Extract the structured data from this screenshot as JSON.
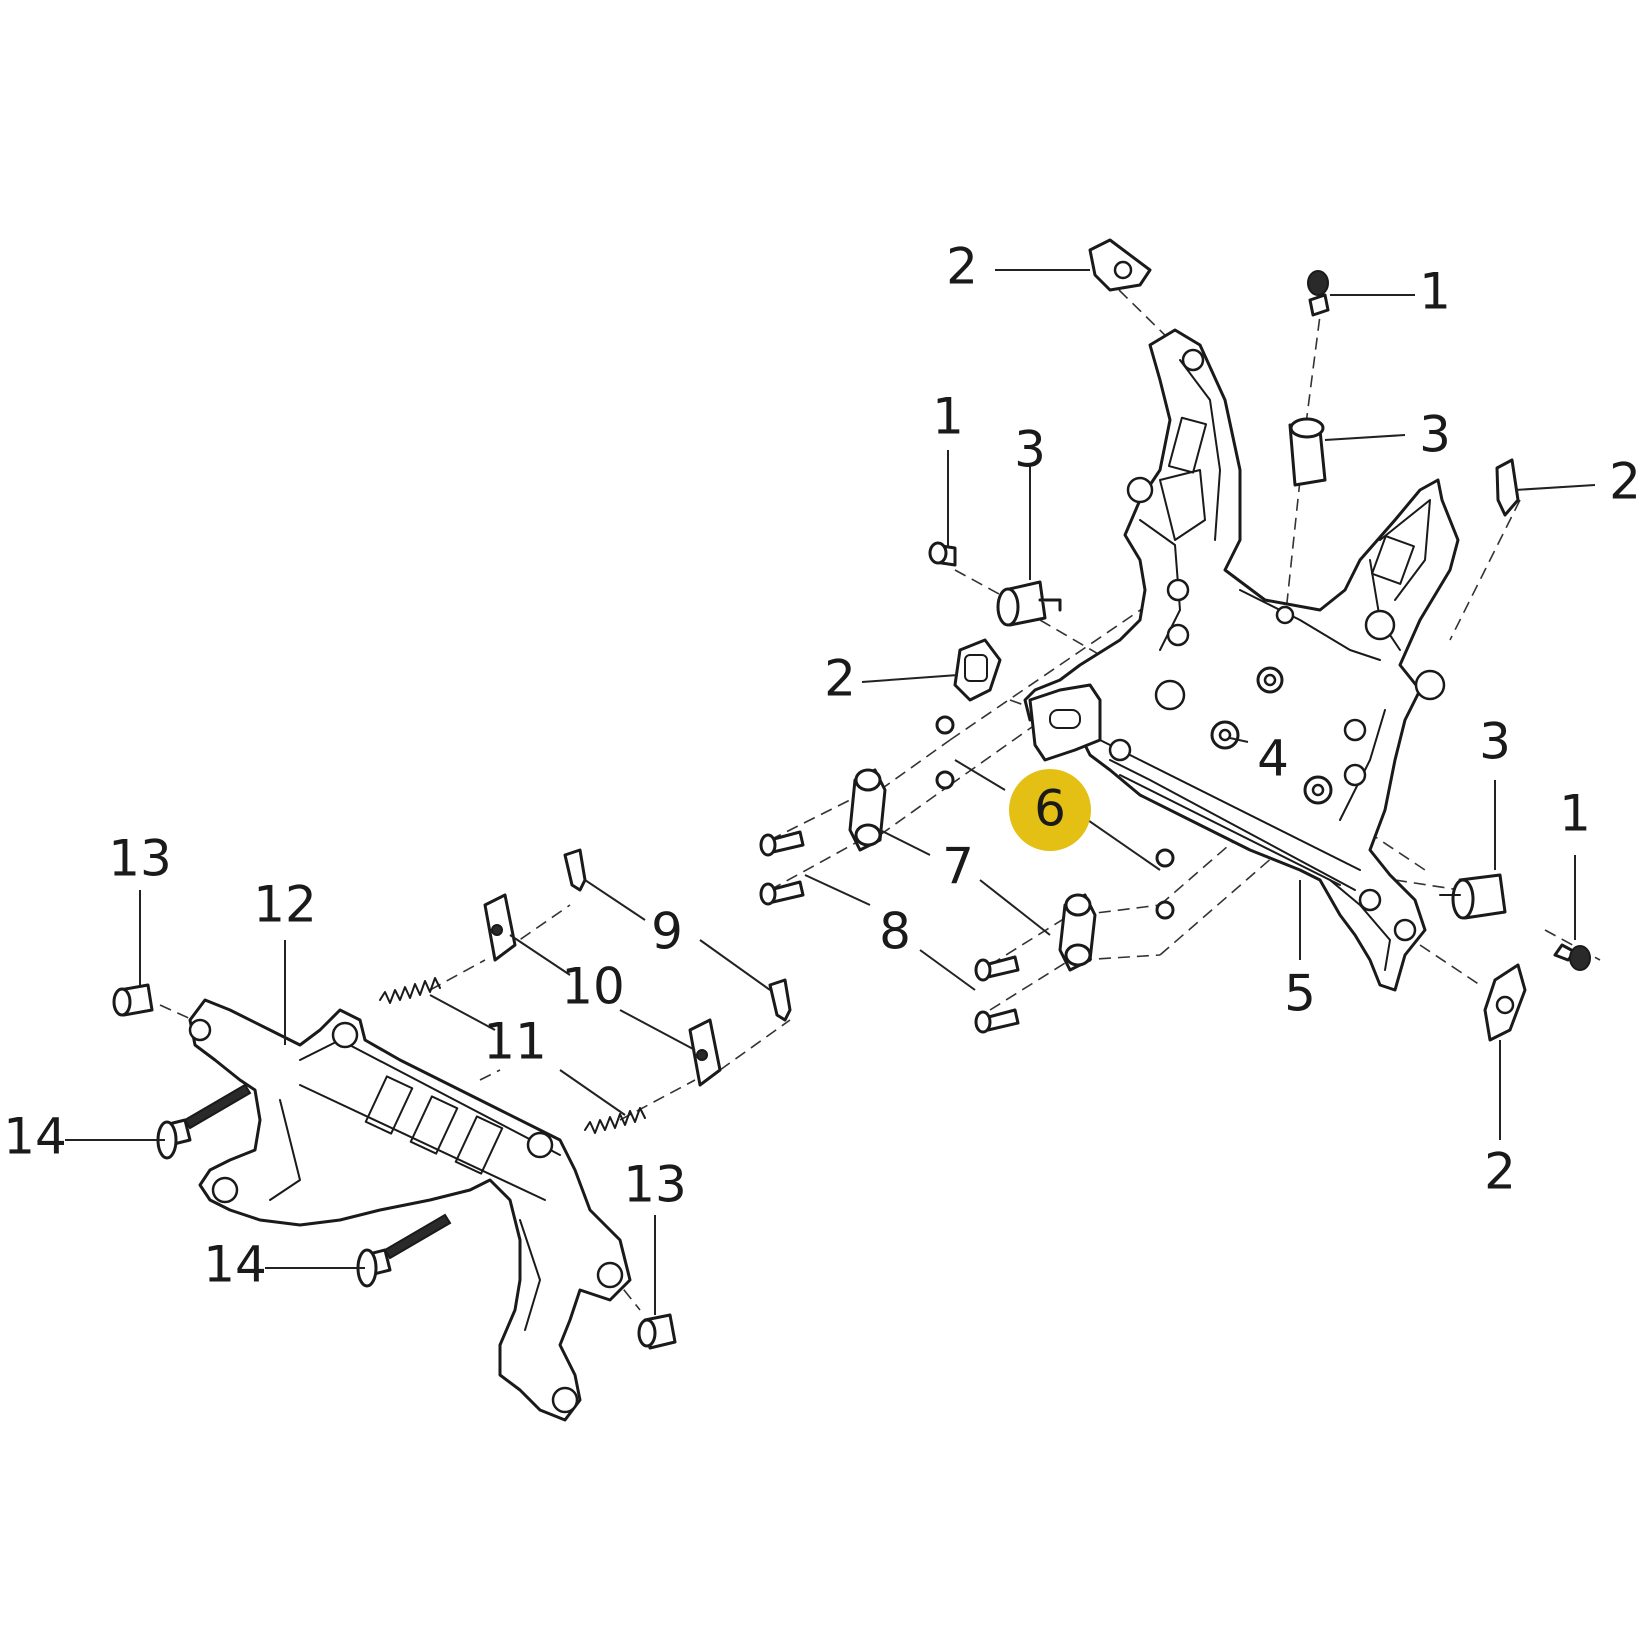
{
  "callouts": {
    "c1": "1",
    "c2": "2",
    "c3": "3",
    "c4": "4",
    "c5": "5",
    "c6": "6",
    "c7": "7",
    "c8": "8",
    "c9": "9",
    "c10": "10",
    "c11": "11",
    "c12": "12",
    "c13": "13",
    "c14": "14"
  },
  "highlight": {
    "callout": "6",
    "color": "#e3c013"
  }
}
